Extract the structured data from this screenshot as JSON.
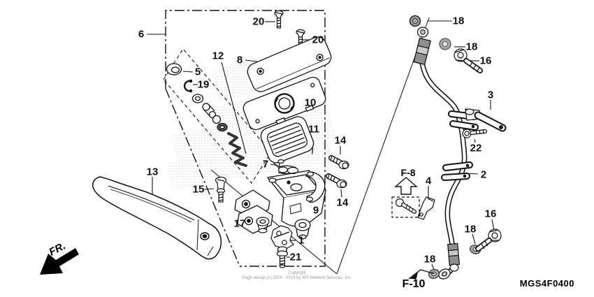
{
  "meta": {
    "code": "MGS4F0400"
  },
  "footer": {
    "line1": "Copyright",
    "line2": "Page design (c) 2004 - 2014 by ARI Network Services, Inc."
  },
  "orientation": {
    "fr": "FR."
  },
  "refs": {
    "f8": "F-8",
    "f10": "F-10"
  },
  "callouts": [
    {
      "t": "6"
    },
    {
      "t": "20"
    },
    {
      "t": "20"
    },
    {
      "t": "8"
    },
    {
      "t": "12"
    },
    {
      "t": "5"
    },
    {
      "t": "19"
    },
    {
      "t": "10"
    },
    {
      "t": "11"
    },
    {
      "t": "14"
    },
    {
      "t": "14"
    },
    {
      "t": "7"
    },
    {
      "t": "9"
    },
    {
      "t": "13"
    },
    {
      "t": "15"
    },
    {
      "t": "17"
    },
    {
      "t": "1"
    },
    {
      "t": "21"
    },
    {
      "t": "18"
    },
    {
      "t": "18"
    },
    {
      "t": "16"
    },
    {
      "t": "3"
    },
    {
      "t": "22"
    },
    {
      "t": "2"
    },
    {
      "t": "4"
    },
    {
      "t": "16"
    },
    {
      "t": "18"
    },
    {
      "t": "18"
    }
  ]
}
